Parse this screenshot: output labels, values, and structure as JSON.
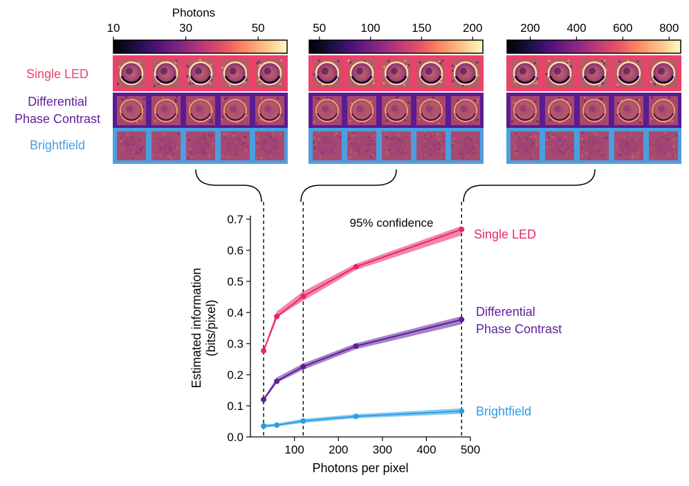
{
  "colors": {
    "single_led": "#e8246c",
    "single_led_row": "#ee416a",
    "dpc": "#5e1e9a",
    "dpc_row": "#5a1c92",
    "brightfield": "#2a9ee4",
    "brightfield_row": "#4b9fdf",
    "text": "#000000"
  },
  "colorbar_title": "Photons",
  "colorbars": [
    {
      "ticks": [
        10,
        30,
        50
      ],
      "range": [
        10,
        58
      ]
    },
    {
      "ticks": [
        50,
        100,
        150,
        200
      ],
      "range": [
        40,
        210
      ]
    },
    {
      "ticks": [
        200,
        400,
        600,
        800
      ],
      "range": [
        100,
        850
      ]
    }
  ],
  "row_labels": {
    "single_led": "Single LED",
    "dpc_line1": "Differential",
    "dpc_line2": "Phase Contrast",
    "brightfield": "Brightfield"
  },
  "image_grid": {
    "panels": 3,
    "rows": 3,
    "columns": 5
  },
  "chart_data": {
    "type": "line",
    "title": "",
    "annotation": "95% confidence",
    "xlabel": "Photons per pixel",
    "ylabel_line1": "Estimated information",
    "ylabel_line2": "(bits/pixel)",
    "xlim": [
      0,
      500
    ],
    "ylim": [
      0,
      0.7
    ],
    "xticks": [
      100,
      200,
      300,
      400,
      500
    ],
    "yticks": [
      0.0,
      0.1,
      0.2,
      0.3,
      0.4,
      0.5,
      0.6,
      0.7
    ],
    "grid": false,
    "vlines": [
      30,
      120,
      480
    ],
    "series": [
      {
        "name": "Single LED",
        "key": "single_led",
        "x": [
          30,
          60,
          120,
          240,
          480
        ],
        "y": [
          0.277,
          0.387,
          0.452,
          0.547,
          0.667
        ],
        "y_low": [
          0.272,
          0.384,
          0.438,
          0.537,
          0.648
        ],
        "y_high": [
          0.282,
          0.404,
          0.468,
          0.557,
          0.678
        ]
      },
      {
        "name": "Differential Phase Contrast",
        "key": "dpc",
        "x": [
          30,
          60,
          120,
          240,
          480
        ],
        "y": [
          0.12,
          0.179,
          0.226,
          0.292,
          0.377
        ],
        "y_low": [
          0.116,
          0.174,
          0.216,
          0.282,
          0.362
        ],
        "y_high": [
          0.125,
          0.191,
          0.236,
          0.301,
          0.388
        ]
      },
      {
        "name": "Brightfield",
        "key": "brightfield",
        "x": [
          30,
          60,
          120,
          240,
          480
        ],
        "y": [
          0.035,
          0.038,
          0.051,
          0.066,
          0.083
        ],
        "y_low": [
          0.03,
          0.034,
          0.045,
          0.06,
          0.074
        ],
        "y_high": [
          0.04,
          0.043,
          0.058,
          0.073,
          0.092
        ]
      }
    ]
  }
}
